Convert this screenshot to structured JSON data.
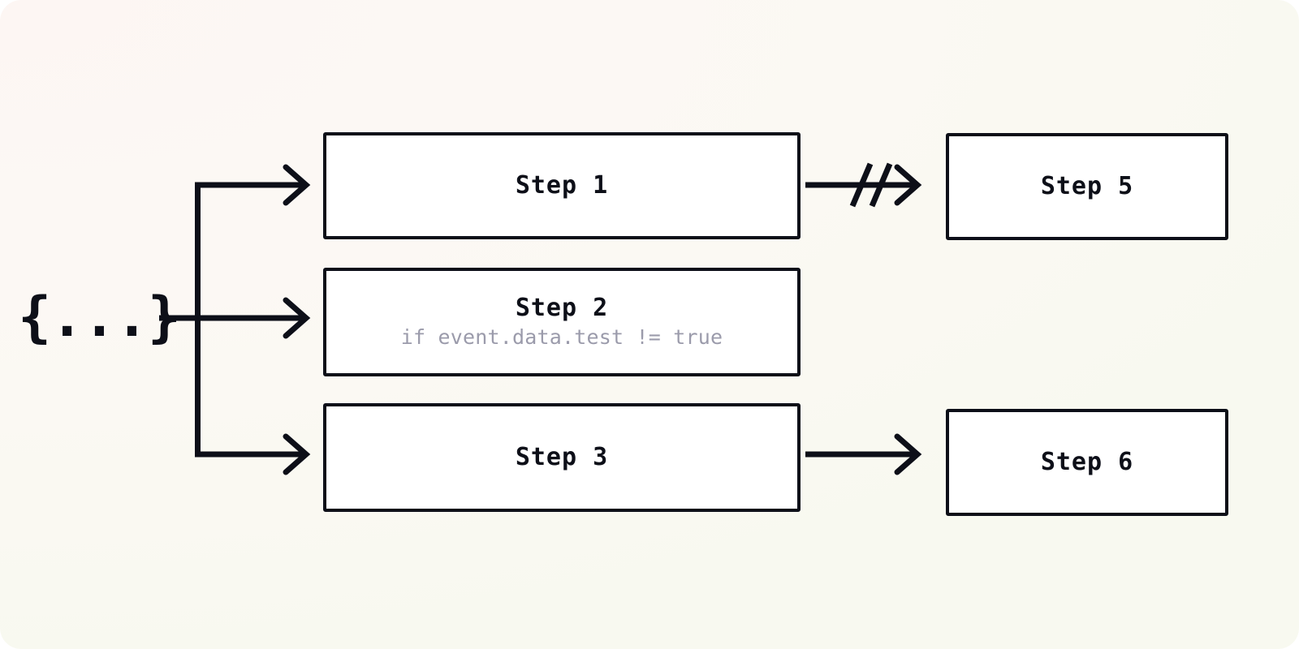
{
  "canvas": {
    "background_start": "#fdf6f3",
    "background_end": "#f8f9f0",
    "page_background": "#ffffff",
    "ink_color": "#0d0f18",
    "box_fill": "#ffffff",
    "muted_text_color": "#9b9bab"
  },
  "source": {
    "label": "{...}",
    "icon": "json-braces-icon"
  },
  "steps": [
    {
      "id": "step1",
      "title": "Step 1",
      "subtitle": "",
      "column": "left"
    },
    {
      "id": "step2",
      "title": "Step 2",
      "subtitle": "if event.data.test != true",
      "column": "left"
    },
    {
      "id": "step3",
      "title": "Step 3",
      "subtitle": "",
      "column": "left"
    },
    {
      "id": "step5",
      "title": "Step 5",
      "subtitle": "",
      "column": "right"
    },
    {
      "id": "step6",
      "title": "Step 6",
      "subtitle": "",
      "column": "right"
    }
  ],
  "edges": [
    {
      "id": "edge-source-step1",
      "from": "source",
      "to": "step1",
      "style": "branch-arrow",
      "severed": false
    },
    {
      "id": "edge-source-step2",
      "from": "source",
      "to": "step2",
      "style": "branch-arrow",
      "severed": false
    },
    {
      "id": "edge-source-step3",
      "from": "source",
      "to": "step3",
      "style": "branch-arrow",
      "severed": false
    },
    {
      "id": "edge-step1-step5",
      "from": "step1",
      "to": "step5",
      "style": "arrow",
      "severed": true,
      "cut_marks": 2
    },
    {
      "id": "edge-step3-step6",
      "from": "step3",
      "to": "step6",
      "style": "arrow",
      "severed": false
    }
  ]
}
